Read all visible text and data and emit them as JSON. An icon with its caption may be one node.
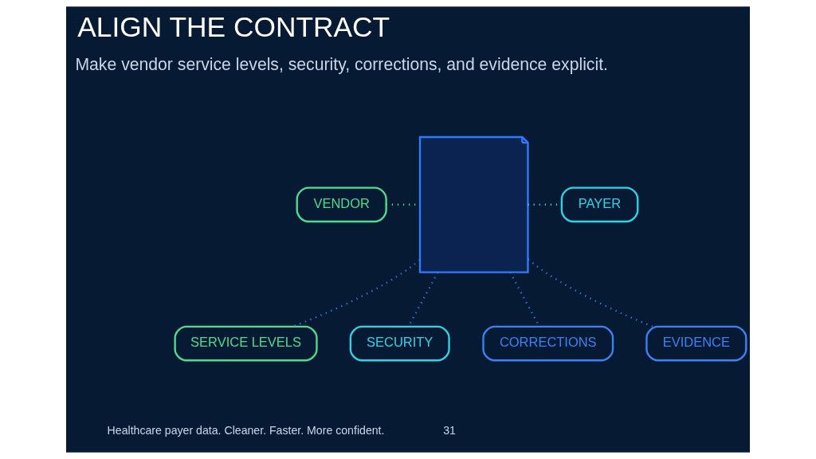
{
  "diagram": {
    "title": "ALIGN THE CONTRACT",
    "nodes": [
      {
        "text": [
          "VENDOR"
        ]
      },
      {
        "text": [],
        "shape": "document"
      },
      {
        "text": [
          "PAYER"
        ]
      },
      {
        "text": [
          "SERVICE LEVELS"
        ]
      },
      {
        "text": [
          "SECURITY"
        ]
      },
      {
        "text": [
          "CORRECTIONS"
        ]
      },
      {
        "text": [
          "EVIDENCE"
        ]
      }
    ],
    "edges": [
      {
        "from": 0,
        "to": 1,
        "arrow": "none",
        "color": "#4fdc8f"
      },
      {
        "from": 1,
        "to": 2,
        "arrow": "none",
        "color": "#2fd3e8"
      },
      {
        "from": 1,
        "to": 3,
        "arrow": "none"
      },
      {
        "from": 1,
        "to": 4,
        "arrow": "none"
      },
      {
        "from": 1,
        "to": 5,
        "arrow": "none"
      },
      {
        "from": 1,
        "to": 6,
        "arrow": "none"
      }
    ],
    "labels": [
      "Make vendor service levels, security, corrections, and evidence explicit.",
      "Healthcare payer data. Cleaner. Faster. More confident.",
      "31"
    ]
  }
}
